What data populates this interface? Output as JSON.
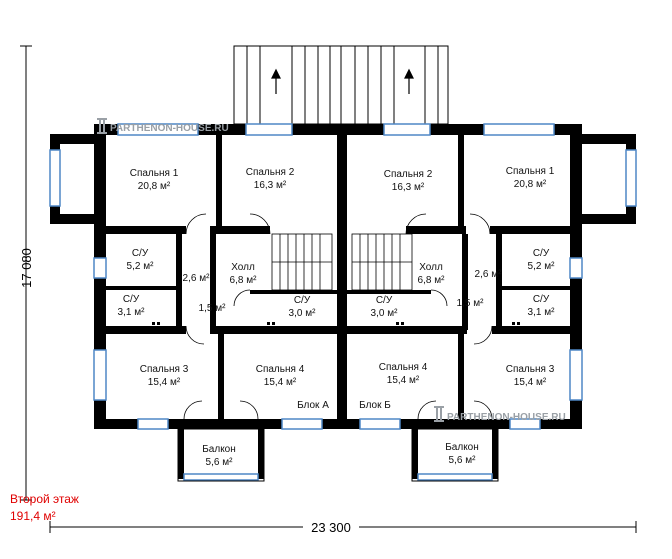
{
  "dimensions": {
    "width_label": "23 300",
    "height_label": "17 080"
  },
  "floor": {
    "title": "Второй этаж",
    "area": "191,4 м²"
  },
  "watermark": "PARTHENON-HOUSE.RU",
  "blocks": {
    "a": "Блок А",
    "b": "Блок Б"
  },
  "rooms": {
    "bed1_left": {
      "name": "Спальня 1",
      "area": "20,8 м²"
    },
    "bed2_left": {
      "name": "Спальня 2",
      "area": "16,3 м²"
    },
    "bed2_right": {
      "name": "Спальня 2",
      "area": "16,3 м²"
    },
    "bed1_right": {
      "name": "Спальня 1",
      "area": "20,8 м²"
    },
    "wc1_left": {
      "name": "С/У",
      "area": "5,2 м²"
    },
    "hall_left": {
      "name": "Холл",
      "area": "6,8 м²"
    },
    "hall_right": {
      "name": "Холл",
      "area": "6,8 м²"
    },
    "wc1_right": {
      "name": "С/У",
      "area": "5,2 м²"
    },
    "small_left_top": "2,6 м²",
    "small_right_top": "2,6 м²",
    "small_left_bottom": "1,5 м²",
    "small_right_bottom": "1,5 м²",
    "wc2_left": {
      "name": "С/У",
      "area": "3,1 м²"
    },
    "wc3_left": {
      "name": "С/У",
      "area": "3,0 м²"
    },
    "wc3_right": {
      "name": "С/У",
      "area": "3,0 м²"
    },
    "wc2_right": {
      "name": "С/У",
      "area": "3,1 м²"
    },
    "bed3_left": {
      "name": "Спальня 3",
      "area": "15,4 м²"
    },
    "bed4_left": {
      "name": "Спальня 4",
      "area": "15,4 м²"
    },
    "bed4_right": {
      "name": "Спальня 4",
      "area": "15,4 м²"
    },
    "bed3_right": {
      "name": "Спальня 3",
      "area": "15,4 м²"
    },
    "balcony_left": {
      "name": "Балкон",
      "area": "5,6  м²"
    },
    "balcony_right": {
      "name": "Балкон",
      "area": "5,6  м²"
    }
  },
  "colors": {
    "wall": "#000000",
    "window": "#4f87c6",
    "title": "#e00000",
    "watermark": "#9aa0a6"
  },
  "icons": [
    "house-logo-icon",
    "up-arrow-icon"
  ]
}
